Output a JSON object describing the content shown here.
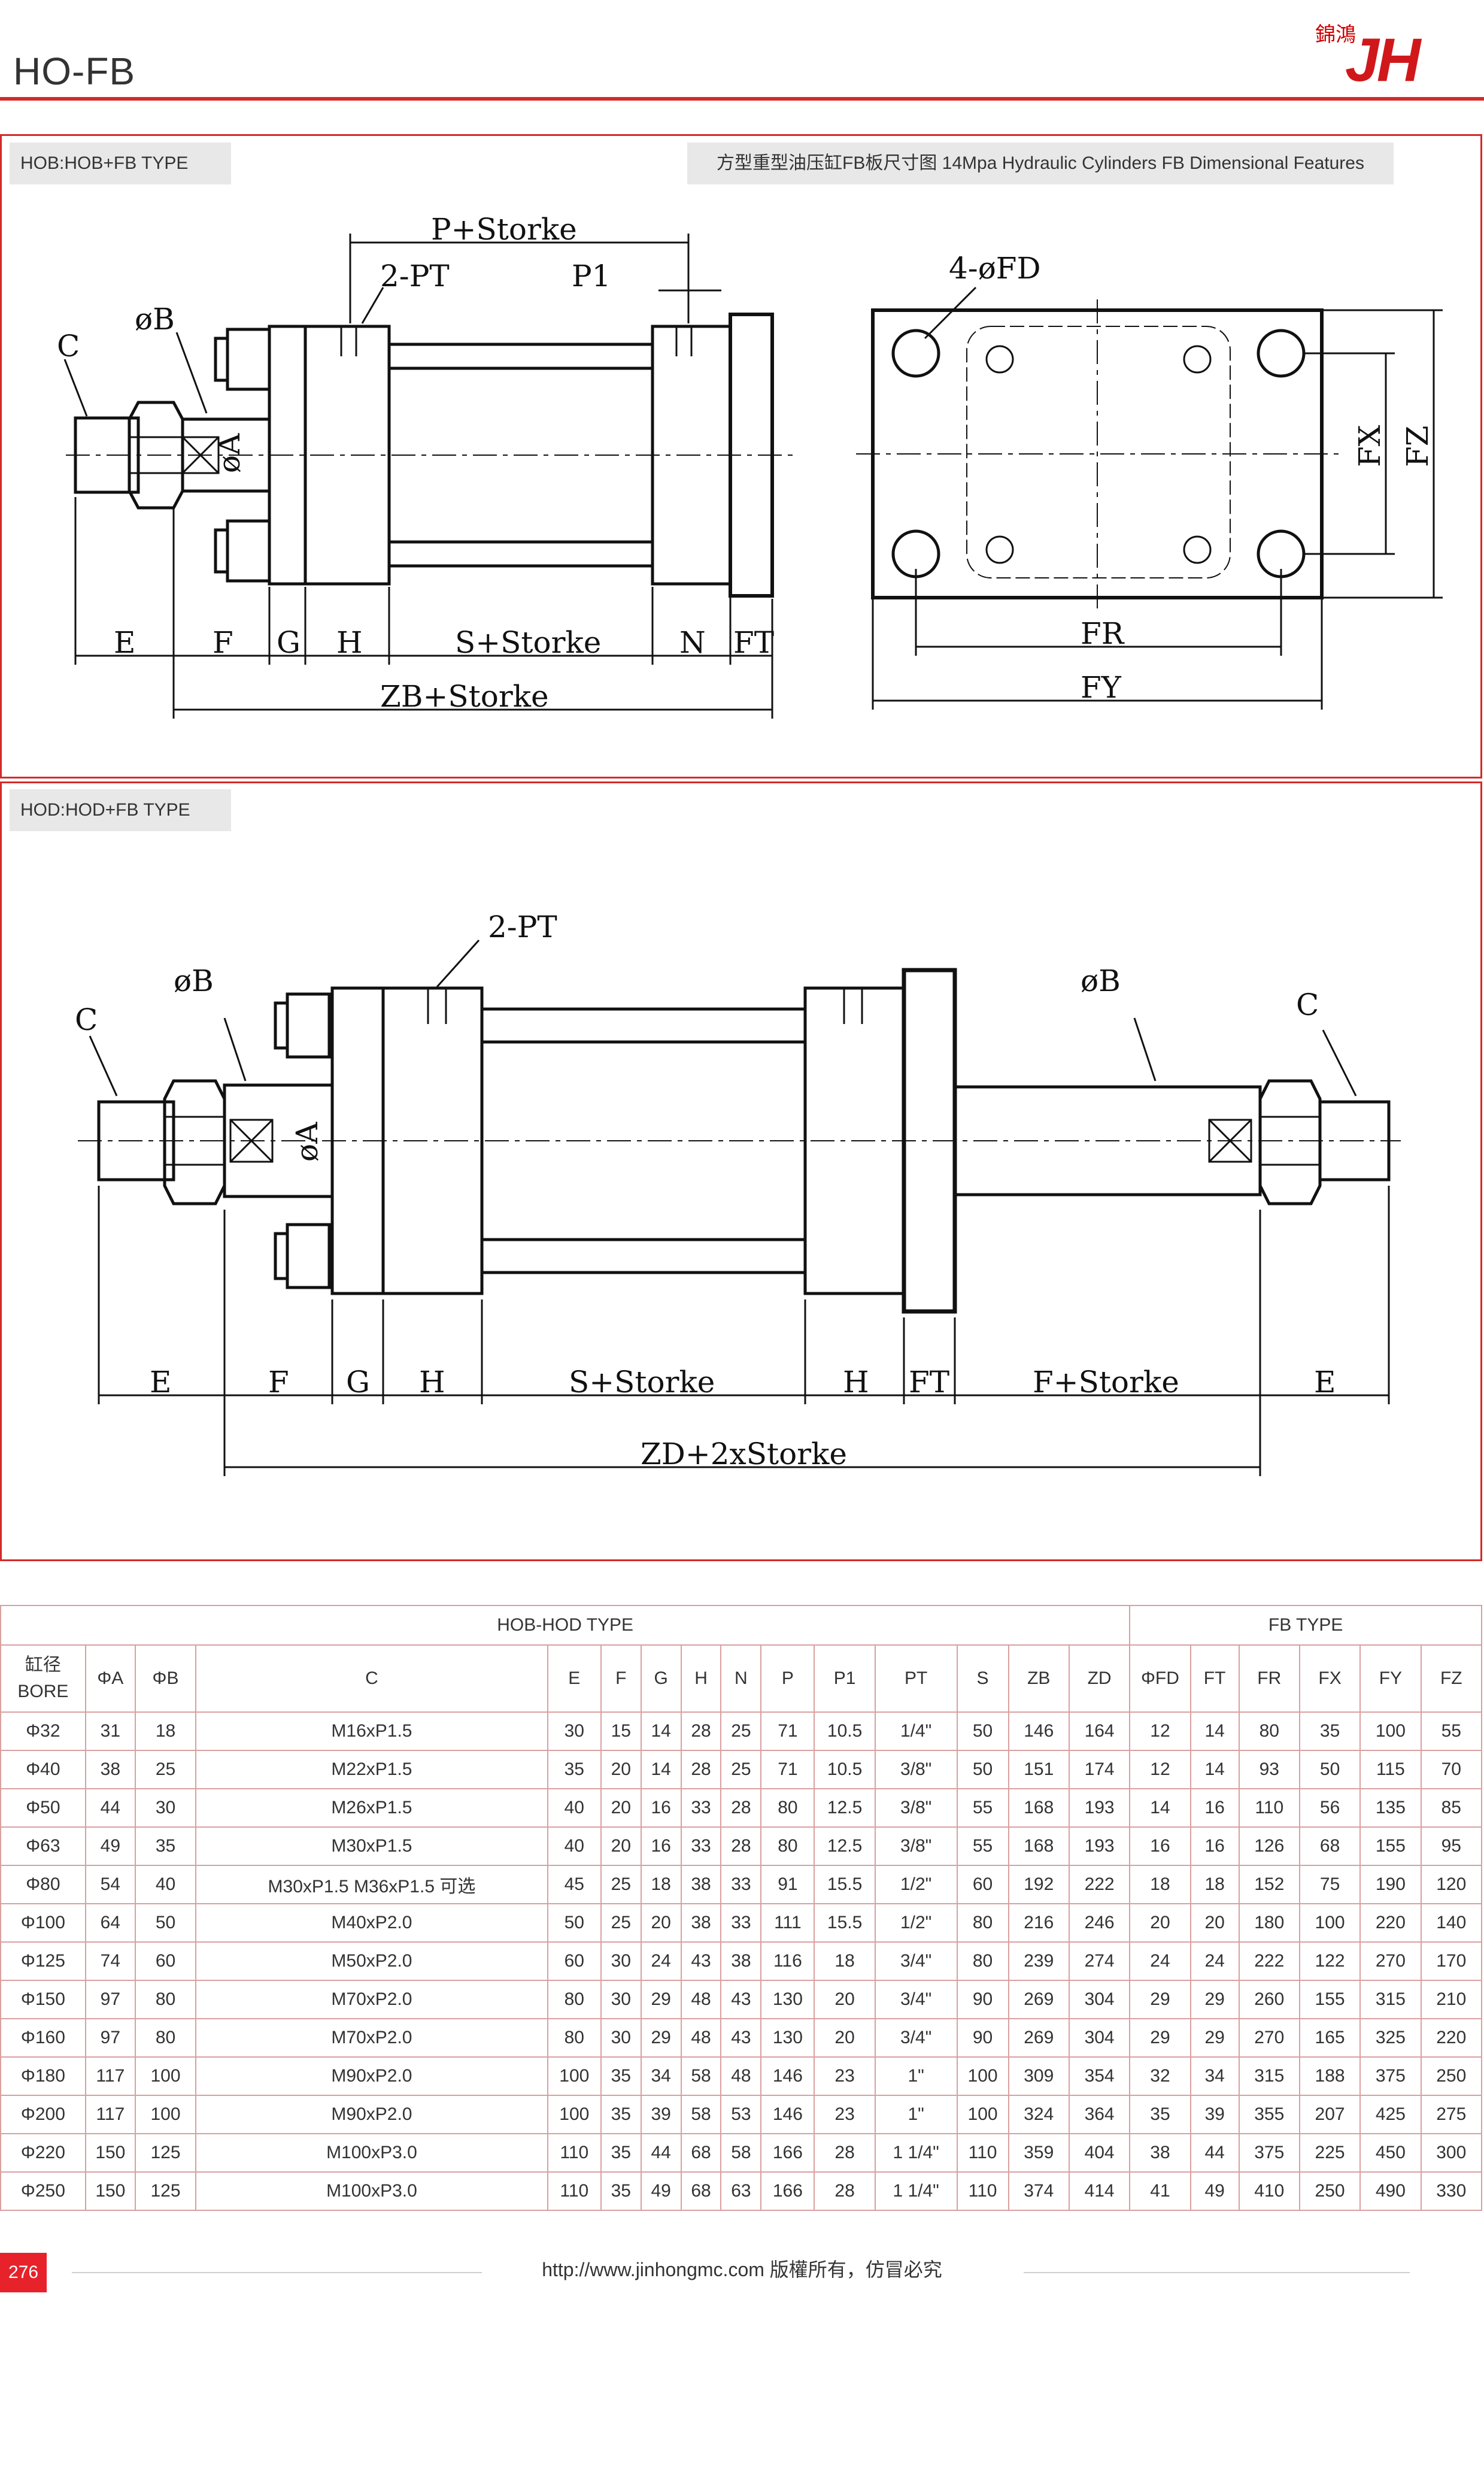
{
  "header": {
    "title": "HO-FB",
    "logo_cn": "錦鴻",
    "logo_mark": "JH"
  },
  "section1": {
    "label": "HOB:HOB+FB TYPE",
    "title": "方型重型油压缸FB板尺寸图 14Mpa Hydraulic Cylinders FB Dimensional Features",
    "labels": {
      "p_storke": "P+Storke",
      "pt": "2-PT",
      "p1": "P1",
      "fd": "4-øFD",
      "b": "øB",
      "c": "C",
      "a": "øA",
      "e": "E",
      "f": "F",
      "g": "G",
      "h": "H",
      "s_storke": "S+Storke",
      "n": "N",
      "ft": "FT",
      "zb_storke": "ZB+Storke",
      "fx": "FX",
      "fz": "FZ",
      "fr": "FR",
      "fy": "FY"
    }
  },
  "section2": {
    "label": "HOD:HOD+FB TYPE",
    "labels": {
      "pt": "2-PT",
      "b_left": "øB",
      "c_left": "C",
      "a": "øA",
      "b_right": "øB",
      "c_right": "C",
      "e_left": "E",
      "f": "F",
      "g": "G",
      "h_left": "H",
      "s_storke": "S+Storke",
      "h_right": "H",
      "ft": "FT",
      "f_storke": "F+Storke",
      "e_right": "E",
      "zd_storke": "ZD+2xStorke"
    }
  },
  "table": {
    "group_hob": "HOB-HOD TYPE",
    "group_fb": "FB TYPE",
    "bore_cn": "缸径",
    "bore_en": "BORE",
    "headers": [
      "ΦA",
      "ΦB",
      "C",
      "E",
      "F",
      "G",
      "H",
      "N",
      "P",
      "P1",
      "PT",
      "S",
      "ZB",
      "ZD",
      "ΦFD",
      "FT",
      "FR",
      "FX",
      "FY",
      "FZ"
    ],
    "rows": [
      [
        "Φ32",
        "31",
        "18",
        "M16xP1.5",
        "30",
        "15",
        "14",
        "28",
        "25",
        "71",
        "10.5",
        "1/4\"",
        "50",
        "146",
        "164",
        "12",
        "14",
        "80",
        "35",
        "100",
        "55"
      ],
      [
        "Φ40",
        "38",
        "25",
        "M22xP1.5",
        "35",
        "20",
        "14",
        "28",
        "25",
        "71",
        "10.5",
        "3/8\"",
        "50",
        "151",
        "174",
        "12",
        "14",
        "93",
        "50",
        "115",
        "70"
      ],
      [
        "Φ50",
        "44",
        "30",
        "M26xP1.5",
        "40",
        "20",
        "16",
        "33",
        "28",
        "80",
        "12.5",
        "3/8\"",
        "55",
        "168",
        "193",
        "14",
        "16",
        "110",
        "56",
        "135",
        "85"
      ],
      [
        "Φ63",
        "49",
        "35",
        "M30xP1.5",
        "40",
        "20",
        "16",
        "33",
        "28",
        "80",
        "12.5",
        "3/8\"",
        "55",
        "168",
        "193",
        "16",
        "16",
        "126",
        "68",
        "155",
        "95"
      ],
      [
        "Φ80",
        "54",
        "40",
        "M30xP1.5   M36xP1.5   可选",
        "45",
        "25",
        "18",
        "38",
        "33",
        "91",
        "15.5",
        "1/2\"",
        "60",
        "192",
        "222",
        "18",
        "18",
        "152",
        "75",
        "190",
        "120"
      ],
      [
        "Φ100",
        "64",
        "50",
        "M40xP2.0",
        "50",
        "25",
        "20",
        "38",
        "33",
        "111",
        "15.5",
        "1/2\"",
        "80",
        "216",
        "246",
        "20",
        "20",
        "180",
        "100",
        "220",
        "140"
      ],
      [
        "Φ125",
        "74",
        "60",
        "M50xP2.0",
        "60",
        "30",
        "24",
        "43",
        "38",
        "116",
        "18",
        "3/4\"",
        "80",
        "239",
        "274",
        "24",
        "24",
        "222",
        "122",
        "270",
        "170"
      ],
      [
        "Φ150",
        "97",
        "80",
        "M70xP2.0",
        "80",
        "30",
        "29",
        "48",
        "43",
        "130",
        "20",
        "3/4\"",
        "90",
        "269",
        "304",
        "29",
        "29",
        "260",
        "155",
        "315",
        "210"
      ],
      [
        "Φ160",
        "97",
        "80",
        "M70xP2.0",
        "80",
        "30",
        "29",
        "48",
        "43",
        "130",
        "20",
        "3/4\"",
        "90",
        "269",
        "304",
        "29",
        "29",
        "270",
        "165",
        "325",
        "220"
      ],
      [
        "Φ180",
        "117",
        "100",
        "M90xP2.0",
        "100",
        "35",
        "34",
        "58",
        "48",
        "146",
        "23",
        "1\"",
        "100",
        "309",
        "354",
        "32",
        "34",
        "315",
        "188",
        "375",
        "250"
      ],
      [
        "Φ200",
        "117",
        "100",
        "M90xP2.0",
        "100",
        "35",
        "39",
        "58",
        "53",
        "146",
        "23",
        "1\"",
        "100",
        "324",
        "364",
        "35",
        "39",
        "355",
        "207",
        "425",
        "275"
      ],
      [
        "Φ220",
        "150",
        "125",
        "M100xP3.0",
        "110",
        "35",
        "44",
        "68",
        "58",
        "166",
        "28",
        "1 1/4\"",
        "110",
        "359",
        "404",
        "38",
        "44",
        "375",
        "225",
        "450",
        "300"
      ],
      [
        "Φ250",
        "150",
        "125",
        "M100xP3.0",
        "110",
        "35",
        "49",
        "68",
        "63",
        "166",
        "28",
        "1 1/4\"",
        "110",
        "374",
        "414",
        "41",
        "49",
        "410",
        "250",
        "490",
        "330"
      ]
    ]
  },
  "footer": {
    "page_number": "276",
    "text": "http://www.jinhongmc.com 版權所有，仿冒必究"
  },
  "colors": {
    "accent": "#d42a2a",
    "logo": "#d0181b",
    "label_bg": "#e8e8e8",
    "table_border": "#d9a0a0"
  }
}
